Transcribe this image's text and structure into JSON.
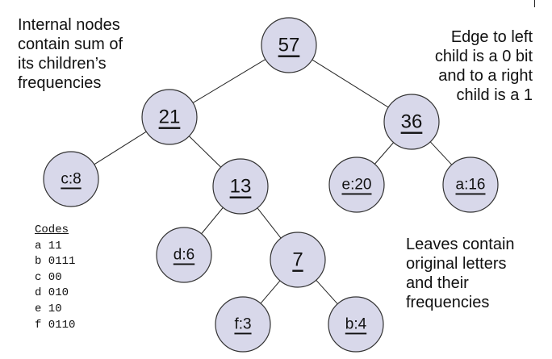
{
  "notes": {
    "internal": [
      "Internal nodes",
      "contain sum of",
      "its children’s",
      "frequencies"
    ],
    "edges": [
      "Edge to left",
      "child is a 0 bit",
      "and to a right",
      "child is a 1"
    ],
    "leaves": [
      "Leaves contain",
      "original letters",
      "and their",
      "frequencies"
    ]
  },
  "codes": {
    "title": "Codes",
    "rows": [
      "a 11",
      "b 0111",
      "c 00",
      "d 010",
      "e 10",
      "f 0110"
    ]
  },
  "tree": {
    "nodes": [
      {
        "id": "n57",
        "label": "57",
        "kind": "internal"
      },
      {
        "id": "n21",
        "label": "21",
        "kind": "internal"
      },
      {
        "id": "n36",
        "label": "36",
        "kind": "internal"
      },
      {
        "id": "c8",
        "label": "c:8",
        "kind": "leaf"
      },
      {
        "id": "n13",
        "label": "13",
        "kind": "internal"
      },
      {
        "id": "e20",
        "label": "e:20",
        "kind": "leaf"
      },
      {
        "id": "a16",
        "label": "a:16",
        "kind": "leaf"
      },
      {
        "id": "d6",
        "label": "d:6",
        "kind": "leaf"
      },
      {
        "id": "n7",
        "label": "7",
        "kind": "internal"
      },
      {
        "id": "f3",
        "label": "f:3",
        "kind": "leaf"
      },
      {
        "id": "b4",
        "label": "b:4",
        "kind": "leaf"
      }
    ],
    "edges": [
      [
        "n57",
        "n21"
      ],
      [
        "n57",
        "n36"
      ],
      [
        "n21",
        "c8"
      ],
      [
        "n21",
        "n13"
      ],
      [
        "n36",
        "e20"
      ],
      [
        "n36",
        "a16"
      ],
      [
        "n13",
        "d6"
      ],
      [
        "n13",
        "n7"
      ],
      [
        "n7",
        "f3"
      ],
      [
        "n7",
        "b4"
      ]
    ]
  },
  "colors": {
    "node_fill": "#d8d8ea",
    "node_stroke": "#333333",
    "edge": "#222222",
    "text": "#111111"
  }
}
